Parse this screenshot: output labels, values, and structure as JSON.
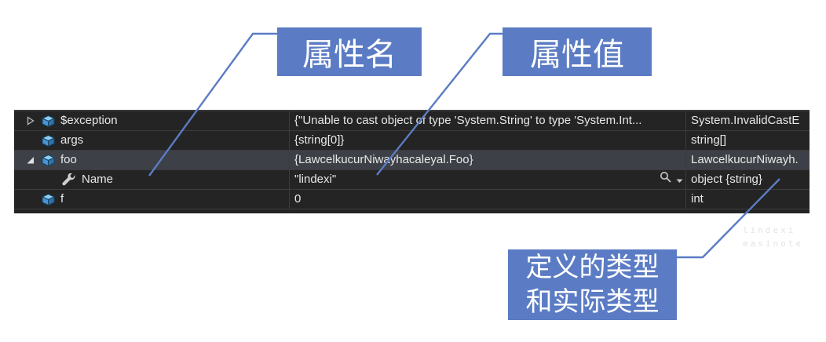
{
  "callout_boxes": {
    "property_name": "属性名",
    "property_value": "属性值",
    "type_note_line1": "定义的类型",
    "type_note_line2": "和实际类型"
  },
  "watermark": {
    "line1": "lindexi",
    "line2": "easinote"
  },
  "colors": {
    "accent_blue": "#5b7cc4",
    "table_background": "#242424",
    "selected_row_background": "#3d4046",
    "table_text": "#e8e8e8",
    "cube_icon_blue": "#67b1e4"
  },
  "table": {
    "rows": [
      {
        "name": "$exception",
        "value": "{\"Unable to cast object of type 'System.String' to type 'System.Int...",
        "type": "System.InvalidCastE",
        "icon": "cube",
        "expander": "collapsed",
        "selected": false
      },
      {
        "name": "args",
        "value": "{string[0]}",
        "type": "string[]",
        "icon": "cube",
        "expander": "none",
        "selected": false
      },
      {
        "name": "foo",
        "value": "{LawcelkucurNiwayhacaleyal.Foo}",
        "type": "LawcelkucurNiwayh.",
        "icon": "cube",
        "expander": "expanded",
        "selected": true
      },
      {
        "name": "Name",
        "value": "\"lindexi\"",
        "type": "object {string}",
        "icon": "wrench",
        "expander": "none",
        "selected": false,
        "has_magnifier": true
      },
      {
        "name": "f",
        "value": "0",
        "type": "int",
        "icon": "cube",
        "expander": "none",
        "selected": false
      }
    ]
  }
}
